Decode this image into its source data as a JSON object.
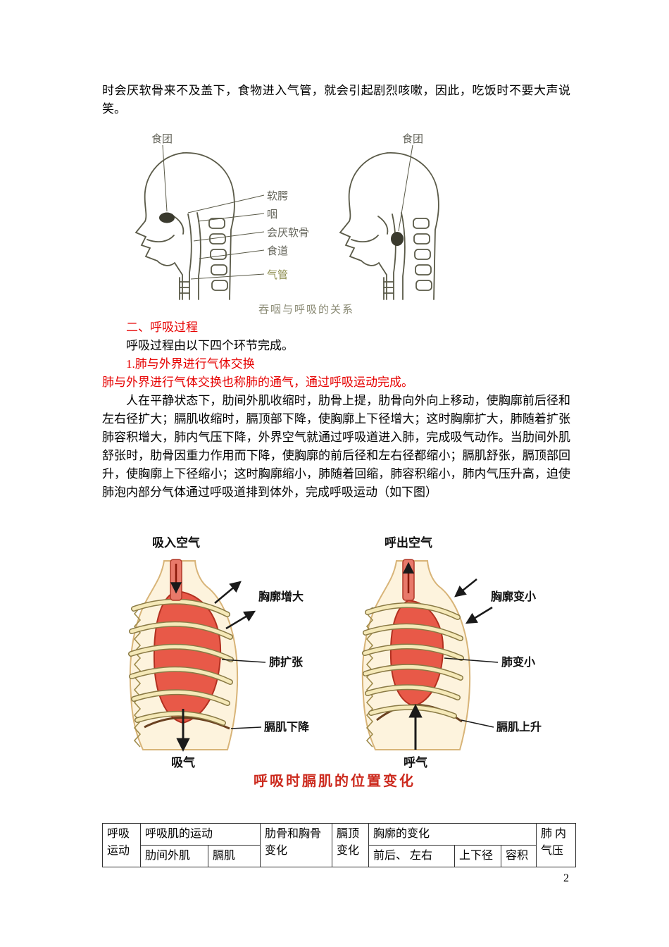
{
  "page": {
    "number": "2"
  },
  "colors": {
    "heading_red": "#e60000",
    "figure_caption_red": "#cc2a1e",
    "diagram_label_olive": "#64645a",
    "lung_red": "#e85948",
    "rib_yellow": "#f5e9b8",
    "body_tan": "#fdf3dd"
  },
  "intro": {
    "text": "时会厌软骨来不及盖下，食物进入气管，就会引起剧烈咳嗽，因此，吃饭时不要大声说笑。"
  },
  "figure1": {
    "caption": "吞咽与呼吸的关系",
    "left": {
      "bolus_label": "食团"
    },
    "right": {
      "bolus_label": "食团"
    },
    "labels": {
      "soft_palate": "软腭",
      "pharynx": "咽",
      "epiglottis": "会厌软骨",
      "esophagus": "食道",
      "trachea": "气管"
    }
  },
  "section": {
    "heading": "二、呼吸过程",
    "intro_line": "呼吸过程由以下四个环节完成。",
    "sub_heading": "1.肺与外界进行气体交换",
    "sub_note": "肺与外界进行气体交换也称肺的通气，通过呼吸运动完成。",
    "paragraph": "人在平静状态下，肋间外肌收缩时，肋骨上提，肋骨向外向上移动，使胸廓前后径和左右径扩大；膈肌收缩时，膈顶部下降，使胸廓上下径增大；这时胸廓扩大，肺随着扩张肺容积增大，肺内气压下降，外界空气就通过呼吸道进入肺，完成吸气动作。当肋间外肌舒张时，肋骨因重力作用而下降，使胸廓的前后径和左右径都缩小；膈肌舒张，膈顶部回升，使胸廓上下径缩小；这时胸廓缩小，肺随着回缩，肺容积缩小，肺内气压升高，迫使肺泡内部分气体通过呼吸道排到体外，完成呼吸运动（如下图）"
  },
  "figure2": {
    "caption": "呼吸时膈肌的位置变化",
    "inhale": {
      "top_label": "吸入空气",
      "thorax_label": "胸廓增大",
      "lung_label": "肺扩张",
      "diaphragm_label": "膈肌下降",
      "bottom_label": "吸气"
    },
    "exhale": {
      "top_label": "呼出空气",
      "thorax_label": "胸廓变小",
      "lung_label": "肺变小",
      "diaphragm_label": "膈肌上升",
      "bottom_label": "呼气"
    }
  },
  "table": {
    "breathing_motion": "呼吸运动",
    "muscles_header": "呼吸肌的运动",
    "intercostal": "肋间外肌",
    "diaphragm": "膈肌",
    "rib_sternum": "肋骨和胸骨变化",
    "dome_change": "膈顶变化",
    "thorax_header": "胸廓的变化",
    "front_back_left_right": "前后、 左右",
    "vertical_diameter": "上下径",
    "volume": "容积",
    "lung_pressure": "肺 内气压"
  }
}
